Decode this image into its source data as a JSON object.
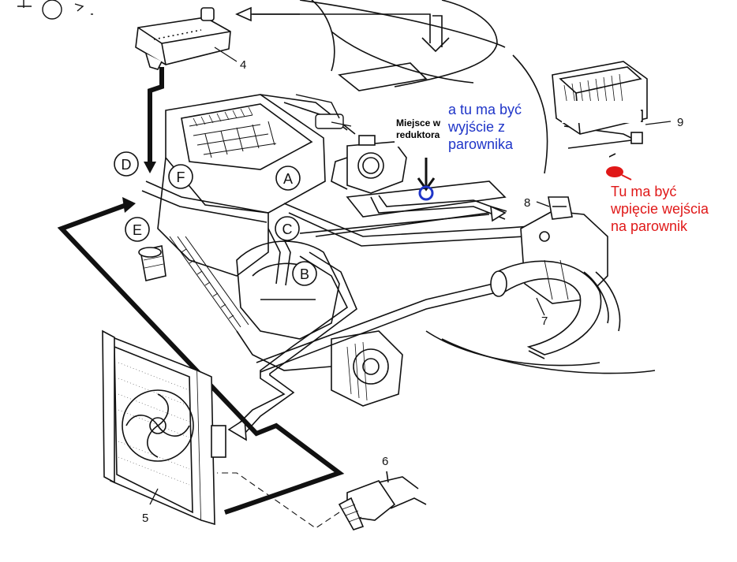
{
  "diagram": {
    "callout_numbers": [
      "4",
      "9",
      "8",
      "7",
      "6",
      "5"
    ],
    "hose_letters": [
      "A",
      "B",
      "C",
      "D",
      "E",
      "F"
    ],
    "annotations": {
      "evaporator_outlet": "a tu ma być\nwyjście z\nparownika",
      "evaporator_inlet": "Tu ma być\nwpięcie wejścia\nna parownik",
      "reducer_location": "Miejsce w\nreduktora"
    },
    "marker_colors": {
      "outlet_ring": "#1f35c8",
      "inlet_dot": "#e01818",
      "annotation_blue": "#1f35c8",
      "annotation_red": "#e01818"
    }
  }
}
